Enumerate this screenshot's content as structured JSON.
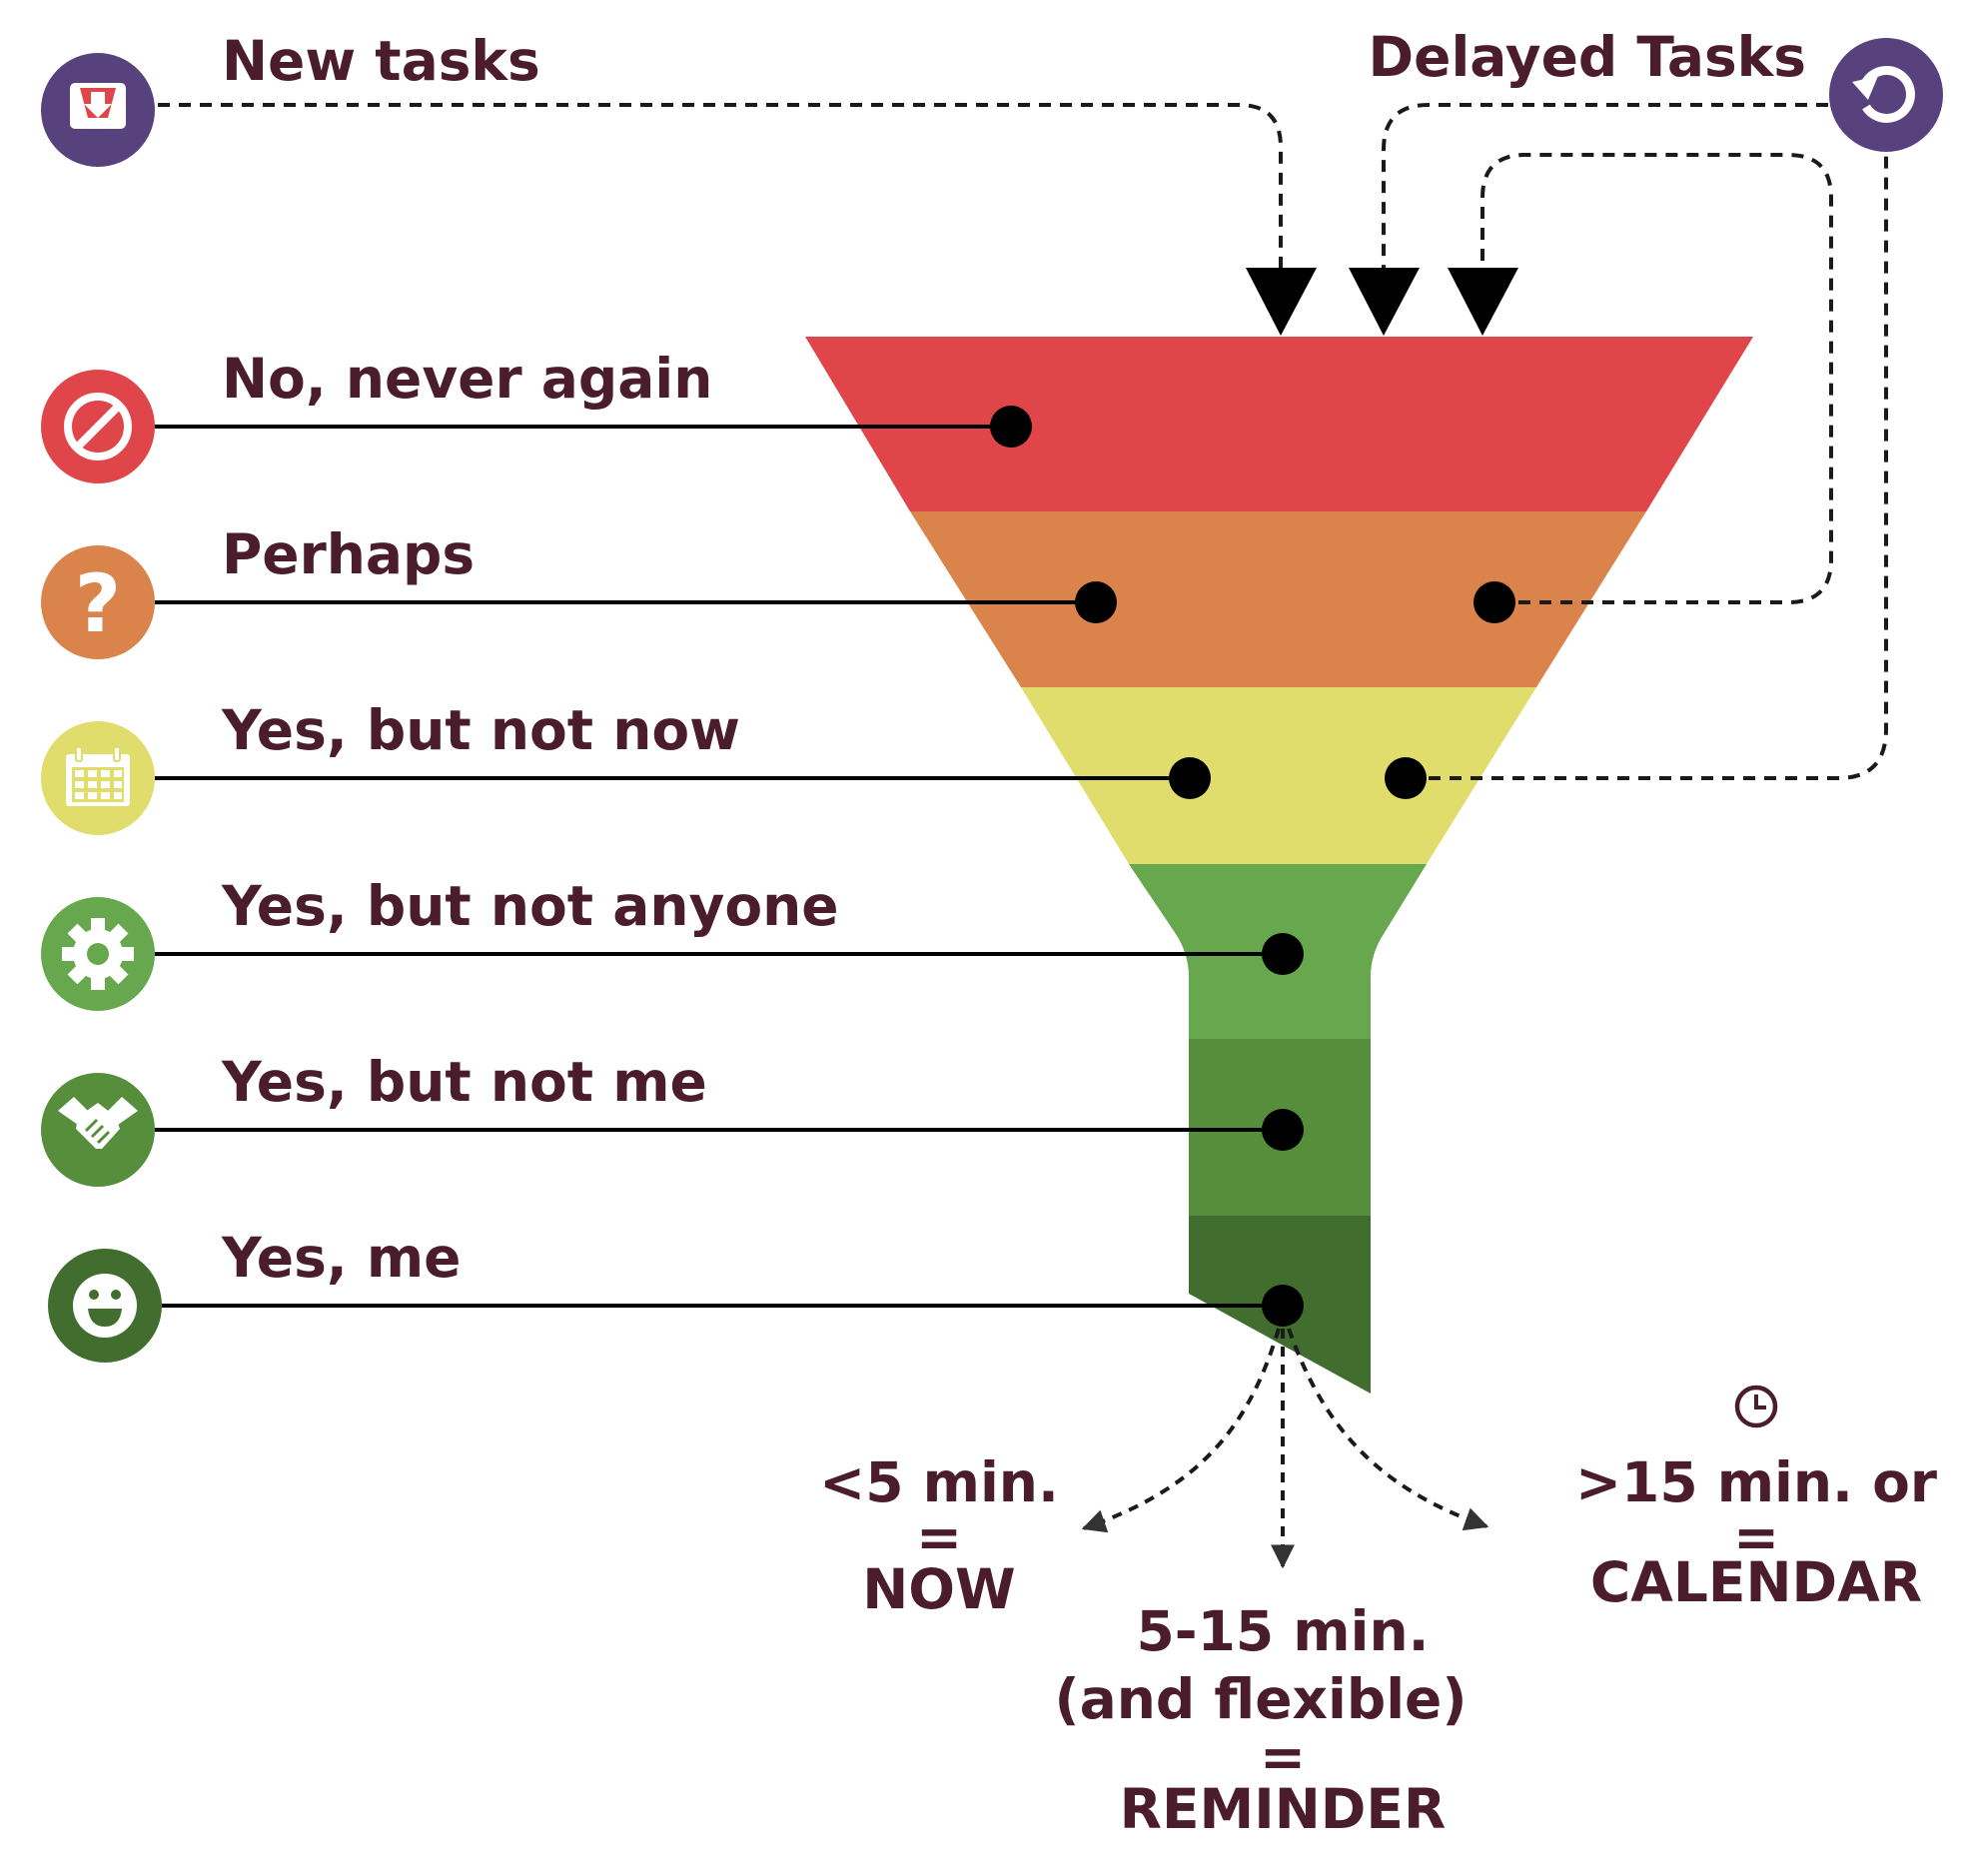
{
  "inputs": {
    "new_tasks": "New tasks",
    "delayed_tasks": "Delayed Tasks"
  },
  "levels": [
    {
      "label": "No, never again",
      "color": "#df4549",
      "icon": "prohibited-icon"
    },
    {
      "label": "Perhaps",
      "color": "#da844c",
      "icon": "question-icon"
    },
    {
      "label": "Yes, but not now",
      "color": "#e0dd6c",
      "icon": "calendar-icon"
    },
    {
      "label": "Yes, but not anyone",
      "color": "#67a84f",
      "icon": "gear-icon"
    },
    {
      "label": "Yes, but not me",
      "color": "#568e3c",
      "icon": "handshake-icon"
    },
    {
      "label": "Yes, me",
      "color": "#416e2e",
      "icon": "smiley-icon"
    }
  ],
  "outputs": {
    "now": {
      "line1": "<5 min.",
      "eq": "=",
      "line2": "NOW"
    },
    "reminder": {
      "line1": "5-15 min.",
      "line2": "(and flexible)",
      "eq": "=",
      "line3": "REMINDER"
    },
    "calendar": {
      "line1": ">15 min. or",
      "eq": "=",
      "line2": "CALENDAR",
      "icon": "clock-icon"
    }
  },
  "colors": {
    "text": "#4a1c2c",
    "input_icon": "#58427e"
  }
}
